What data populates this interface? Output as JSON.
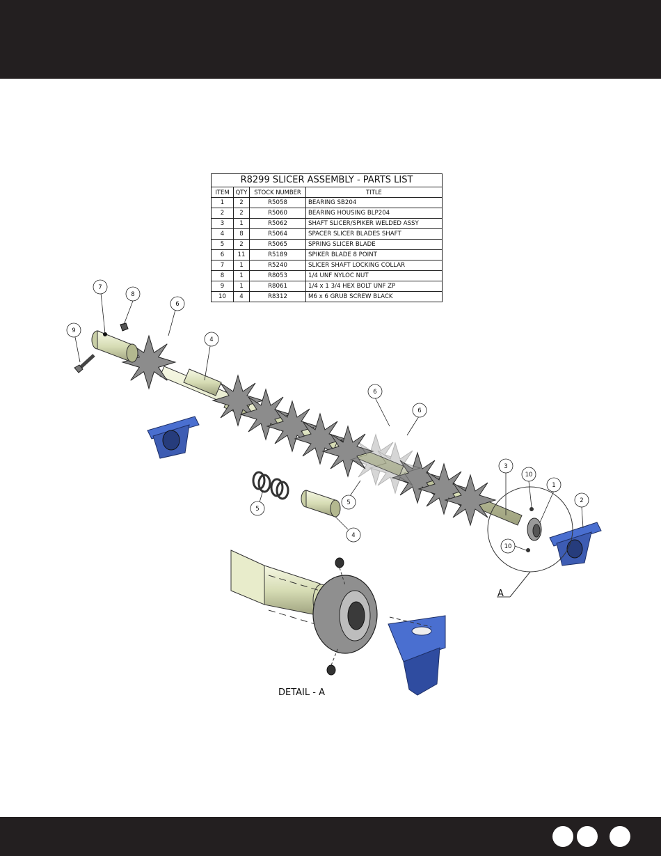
{
  "parts_list": {
    "title": "R8299 SLICER ASSEMBLY - PARTS LIST",
    "headers": [
      "ITEM",
      "QTY",
      "STOCK NUMBER",
      "TITLE"
    ],
    "rows": [
      {
        "item": "1",
        "qty": "2",
        "stock": "R5058",
        "title": "BEARING SB204"
      },
      {
        "item": "2",
        "qty": "2",
        "stock": "R5060",
        "title": "BEARING HOUSING BLP204"
      },
      {
        "item": "3",
        "qty": "1",
        "stock": "R5062",
        "title": "SHAFT SLICER/SPIKER WELDED ASSY"
      },
      {
        "item": "4",
        "qty": "8",
        "stock": "R5064",
        "title": "SPACER SLICER BLADES SHAFT"
      },
      {
        "item": "5",
        "qty": "2",
        "stock": "R5065",
        "title": "SPRING SLICER BLADE"
      },
      {
        "item": "6",
        "qty": "11",
        "stock": "R5189",
        "title": "SPIKER BLADE 8 POINT"
      },
      {
        "item": "7",
        "qty": "1",
        "stock": "R5240",
        "title": "SLICER SHAFT LOCKING COLLAR"
      },
      {
        "item": "8",
        "qty": "1",
        "stock": "R8053",
        "title": "1/4 UNF NYLOC NUT"
      },
      {
        "item": "9",
        "qty": "1",
        "stock": "R8061",
        "title": "1/4 x 1 3/4 HEX BOLT UNF ZP"
      },
      {
        "item": "10",
        "qty": "4",
        "stock": "R8312",
        "title": "M6 x 6 GRUB SCREW BLACK"
      }
    ]
  },
  "callouts": {
    "c7": "7",
    "c8": "8",
    "c6a": "6",
    "c9": "9",
    "c4a": "4",
    "c6b": "6",
    "c6c": "6",
    "c3": "3",
    "c10a": "10",
    "c1": "1",
    "c2": "2",
    "c10b": "10",
    "c5a": "5",
    "c5b": "5",
    "c4b": "4"
  },
  "detail_marker": "A",
  "detail_label": "DETAIL - A",
  "colors": {
    "bar": "#231f20",
    "housing_blue": "#4a6fd0",
    "blade_gray": "#8c8c8c",
    "shaft": "#e8eccb"
  }
}
